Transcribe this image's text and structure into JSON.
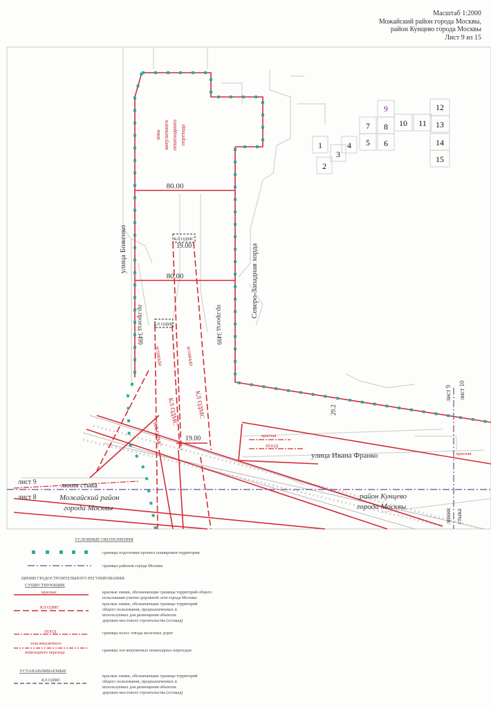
{
  "header": {
    "line1": "Масштаб 1:2000",
    "line2": "Можайский район города Москвы,",
    "line3": "район Кунцево города Москвы",
    "line4": "Лист 9 из 15"
  },
  "index_grid": {
    "current_sheet": "9",
    "cells": [
      "1",
      "2",
      "3",
      "4",
      "5",
      "6",
      "7",
      "8",
      "10",
      "11",
      "12",
      "13",
      "14",
      "15"
    ]
  },
  "map_labels": {
    "zone_label_1": "зона",
    "zone_label_2": "внеуличного",
    "zone_label_3": "пешеходного",
    "zone_label_4": "перехода",
    "width_80_a": "80.00",
    "width_80_b": "80.00",
    "width_19_a": "19.00",
    "width_19_b": "19.00",
    "kl_odms_top": "КЛ ОДМС",
    "kl_odms_mid": "КЛ ОДМС",
    "kl_odms_a": "КЛ ОДМС",
    "kl_odms_b": "КЛ ОДМС",
    "kl_odms_c": "КЛ ОДМС",
    "estakada_a": "эстакада",
    "estakada_b": "эстакада",
    "street_bozhenko": "улица Боженко",
    "proezd_a": "пр.проезд 3499",
    "proezd_b": "пр.проезд 3499",
    "khorda": "Северо-Западная хорда",
    "street_franko": "улица Ивана Франко",
    "krasnaya_a": "красная",
    "krasnaya_b": "красная",
    "pood": "ПООД",
    "dim_29": "29.2",
    "list9_left": "лист 9",
    "list8_left": "лист 8",
    "liniya_styka_h": "линия стыка",
    "list9_right": "лист 9",
    "list10_right": "лист 10",
    "liniya_styka_v1": "линия",
    "liniya_styka_v2": "стыка",
    "mozhaysky_1": "Можайский район",
    "mozhaysky_2": "города Москвы",
    "kuntsevo_1": "район Кунцево",
    "kuntsevo_2": "города Москвы"
  },
  "legend": {
    "title": "УСЛОВНЫЕ ОБОЗНАЧЕНИЯ",
    "planning_border": "границы подготовки проекта планировки территории",
    "district_border": "границы районов города Москвы",
    "section_title": "ЛИНИИ ГРАДОСТРОИТЕЛЬНОГО РЕГУЛИРОВАНИЯ:",
    "existing": "СУЩЕСТВУЮЩИЕ",
    "red_label": "красные",
    "red_desc_1": "красные линии, обозначающие границы территорий общего",
    "red_desc_2": "пользования улично-дорожной сети города Москвы",
    "klodms_label": "КЛ ОДМС",
    "klodms_desc_1": "красные линии, обозначающие границы территорий",
    "klodms_desc_2": "общего пользования, предназначенных и",
    "klodms_desc_3": "используемых для размещения объектов",
    "klodms_desc_4": "дорожно-мостового строительства (эстакад)",
    "pood_label": "ПООД",
    "pood_desc": "границы полос отвода железных дорог",
    "zone_label_1": "зона внеуличного",
    "zone_label_2": "пешеходного перехода",
    "zone_desc": "границы зон внеуличных пешеходных переходов",
    "planned": "УСТАНАВЛИВАЕМЫЕ",
    "planned_label": "КЛ ОДМС",
    "planned_desc_1": "красные линии, обозначающие границы территорий",
    "planned_desc_2": "общего пользования, предназначенных и",
    "planned_desc_3": "используемых для размещения объектов",
    "planned_desc_4": "дорожно-мостового строительства (эстакад)"
  },
  "colors": {
    "red_line": "#d42a34",
    "planning_dot": "#2fa89a",
    "district_line": "#6a4c9c",
    "base_gray": "#c8c8c8",
    "black_dash": "#222222"
  }
}
